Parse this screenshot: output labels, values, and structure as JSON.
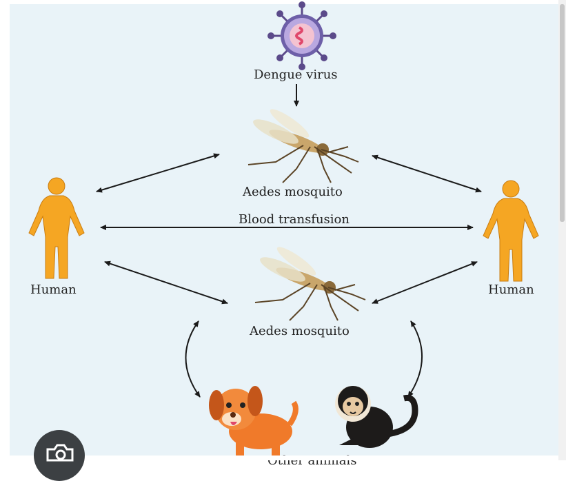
{
  "diagram": {
    "virus_label": "Dengue virus",
    "mosquito_top_label": "Aedes mosquito",
    "mosquito_bottom_label": "Aedes mosquito",
    "transfusion_label": "Blood transfusion",
    "human_left_label": "Human",
    "human_right_label": "Human",
    "other_animals_label": "Other animals"
  },
  "colors": {
    "background": "#e9f3f8",
    "human": "#f5a623",
    "arrow": "#1a1a1a",
    "virus_spike": "#5b4a8a",
    "virus_core": "#e0476b"
  },
  "icons": [
    "dengue-virus-icon",
    "mosquito-icon",
    "human-silhouette-icon",
    "dog-icon",
    "monkey-icon",
    "lens-camera-icon"
  ]
}
